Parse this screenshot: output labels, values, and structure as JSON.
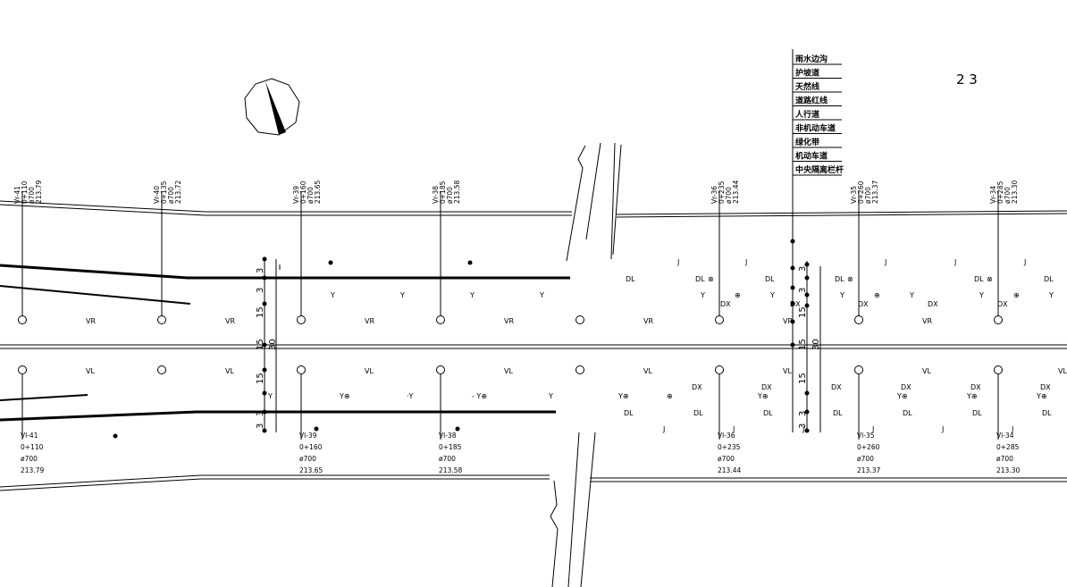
{
  "sheet_number": "2 3",
  "legend_items": [
    "雨水边沟",
    "护坡道",
    "天然线",
    "道路红线",
    "人行道",
    "非机动车道",
    "绿化带",
    "机动车道",
    "中央隔离栏杆"
  ],
  "lane_labels": {
    "vr": "VR",
    "vl": "VL"
  },
  "row_labels": {
    "j": "J",
    "dl": "DL",
    "y": "Y",
    "dx": "DX",
    "y_marked": "Y⊕",
    "y_prefixed": "·Y",
    "y_dashed": "- Y⊕"
  },
  "symbols": {
    "crossed_circle": "⊗",
    "plus_circle": "⊕"
  },
  "dimensions": {
    "three": "3",
    "fifteen": "15",
    "thirty": "30"
  },
  "top_wells": [
    {
      "id": "Vr-41",
      "station": "0+110",
      "dia": "ø700",
      "elev": "213.79"
    },
    {
      "id": "Vr-40",
      "station": "0+135",
      "dia": "ø700",
      "elev": "213.72"
    },
    {
      "id": "Vr-39",
      "station": "0+160",
      "dia": "ø700",
      "elev": "213.65"
    },
    {
      "id": "Vr-38",
      "station": "0+185",
      "dia": "ø700",
      "elev": "213.58"
    },
    {
      "id": "Vr-36",
      "station": "0+235",
      "dia": "ø700",
      "elev": "213.44"
    },
    {
      "id": "Vr-35",
      "station": "0+260",
      "dia": "ø700",
      "elev": "213.37"
    },
    {
      "id": "Vr-34",
      "station": "0+285",
      "dia": "ø700",
      "elev": "213.30"
    }
  ],
  "bottom_wells": [
    {
      "id": "Vl-41",
      "station": "0+110",
      "dia": "ø700",
      "elev": "213.79"
    },
    {
      "id": "Vl-39",
      "station": "0+160",
      "dia": "ø700",
      "elev": "213.65"
    },
    {
      "id": "Vl-38",
      "station": "0+185",
      "dia": "ø700",
      "elev": "213.58"
    },
    {
      "id": "Vl-36",
      "station": "0+235",
      "dia": "ø700",
      "elev": "213.44"
    },
    {
      "id": "Vl-35",
      "station": "0+260",
      "dia": "ø700",
      "elev": "213.37"
    },
    {
      "id": "Vl-34",
      "station": "0+285",
      "dia": "ø700",
      "elev": "213.30"
    }
  ]
}
